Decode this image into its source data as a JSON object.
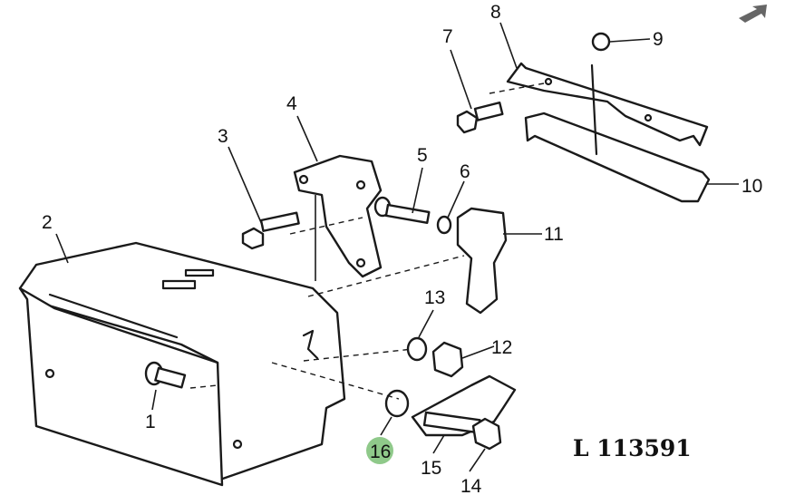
{
  "diagram": {
    "reference_code": "L 113591",
    "highlight_color": "#8fc98a",
    "nav_arrow_color": "#666666",
    "highlighted_callout": "16",
    "callouts": {
      "c1": "1",
      "c2": "2",
      "c3": "3",
      "c4": "4",
      "c5": "5",
      "c6": "6",
      "c7": "7",
      "c8": "8",
      "c9": "9",
      "c10": "10",
      "c11": "11",
      "c12": "12",
      "c13": "13",
      "c14": "14",
      "c15": "15",
      "c16": "16"
    }
  }
}
